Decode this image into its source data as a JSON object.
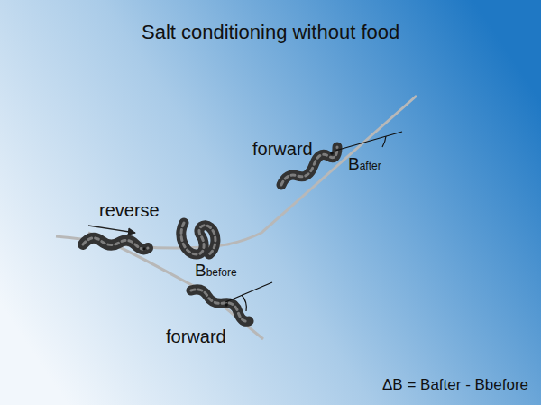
{
  "diagram": {
    "title": "Salt conditioning without food",
    "labels": [
      "reverse",
      "forward",
      "Bafter",
      "Bbefore",
      "forward",
      "ΔB = Bafter - Bbefore"
    ]
  }
}
